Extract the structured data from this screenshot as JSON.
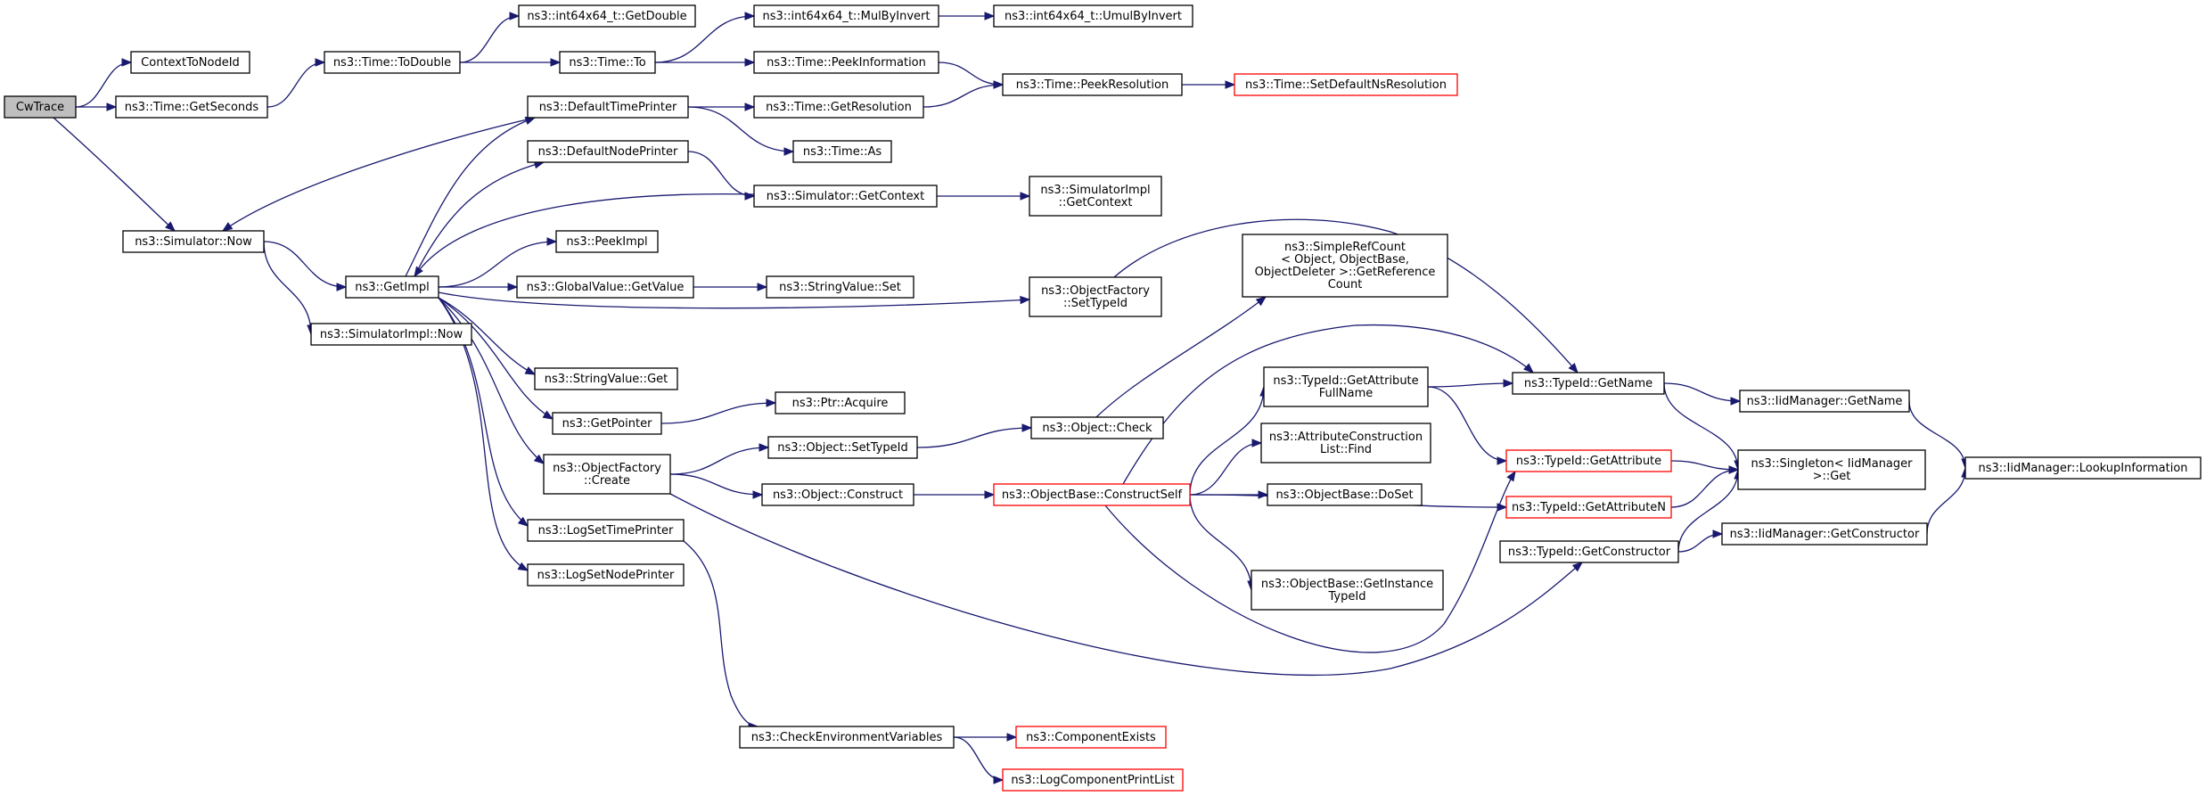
{
  "colors": {
    "edge": "#191970",
    "root_fill": "#bfbfbf",
    "incomplete_border": "#ff0000"
  },
  "nodes": {
    "cwtrace": {
      "lines": [
        "CwTrace"
      ]
    },
    "contexttonodeid": {
      "lines": [
        "ContextToNodeId"
      ]
    },
    "getseconds": {
      "lines": [
        "ns3::Time::GetSeconds"
      ]
    },
    "todouble": {
      "lines": [
        "ns3::Time::ToDouble"
      ]
    },
    "int64_getdouble": {
      "lines": [
        "ns3::int64x64_t::GetDouble"
      ]
    },
    "time_to": {
      "lines": [
        "ns3::Time::To"
      ]
    },
    "mulbyinvert": {
      "lines": [
        "ns3::int64x64_t::MulByInvert"
      ]
    },
    "umulbyinvert": {
      "lines": [
        "ns3::int64x64_t::UmulByInvert"
      ]
    },
    "peekinformation": {
      "lines": [
        "ns3::Time::PeekInformation"
      ]
    },
    "peekresolution": {
      "lines": [
        "ns3::Time::PeekResolution"
      ]
    },
    "setdefaultnsresolution": {
      "lines": [
        "ns3::Time::SetDefaultNsResolution"
      ]
    },
    "defaulttimeprinter": {
      "lines": [
        "ns3::DefaultTimePrinter"
      ]
    },
    "getresolution": {
      "lines": [
        "ns3::Time::GetResolution"
      ]
    },
    "time_as": {
      "lines": [
        "ns3::Time::As"
      ]
    },
    "defaultnodeprinter": {
      "lines": [
        "ns3::DefaultNodePrinter"
      ]
    },
    "sim_getcontext": {
      "lines": [
        "ns3::Simulator::GetContext"
      ]
    },
    "simimpl_getcontext": {
      "lines": [
        "ns3::SimulatorImpl",
        "::GetContext"
      ]
    },
    "sim_now": {
      "lines": [
        "ns3::Simulator::Now"
      ]
    },
    "peekimpl": {
      "lines": [
        "ns3::PeekImpl"
      ]
    },
    "getimpl": {
      "lines": [
        "ns3::GetImpl"
      ]
    },
    "globalvalue_getvalue": {
      "lines": [
        "ns3::GlobalValue::GetValue"
      ]
    },
    "stringvalue_set": {
      "lines": [
        "ns3::StringValue::Set"
      ]
    },
    "simimpl_now": {
      "lines": [
        "ns3::SimulatorImpl::Now"
      ]
    },
    "objfactory_settypeid": {
      "lines": [
        "ns3::ObjectFactory",
        "::SetTypeId"
      ]
    },
    "simplerefcount": {
      "lines": [
        "ns3::SimpleRefCount",
        "< Object, ObjectBase,",
        " ObjectDeleter >::GetReference",
        "Count"
      ]
    },
    "stringvalue_get": {
      "lines": [
        "ns3::StringValue::Get"
      ]
    },
    "typeid_getattributefullname": {
      "lines": [
        "ns3::TypeId::GetAttribute",
        "FullName"
      ]
    },
    "typeid_getname": {
      "lines": [
        "ns3::TypeId::GetName"
      ]
    },
    "iidmanager_getname": {
      "lines": [
        "ns3::IidManager::GetName"
      ]
    },
    "getpointer": {
      "lines": [
        "ns3::GetPointer"
      ]
    },
    "ptr_acquire": {
      "lines": [
        "ns3::Ptr::Acquire"
      ]
    },
    "object_check": {
      "lines": [
        "ns3::Object::Check"
      ]
    },
    "attrconstruction_find": {
      "lines": [
        "ns3::AttributeConstruction",
        "List::Find"
      ]
    },
    "object_settypeid": {
      "lines": [
        "ns3::Object::SetTypeId"
      ]
    },
    "objfactory_create": {
      "lines": [
        "ns3::ObjectFactory",
        "::Create"
      ]
    },
    "typeid_getattribute": {
      "lines": [
        "ns3::TypeId::GetAttribute"
      ]
    },
    "singleton_get": {
      "lines": [
        "ns3::Singleton< IidManager",
        " >::Get"
      ]
    },
    "iidmanager_lookupinformation": {
      "lines": [
        "ns3::IidManager::LookupInformation"
      ]
    },
    "object_construct": {
      "lines": [
        "ns3::Object::Construct"
      ]
    },
    "objectbase_constructself": {
      "lines": [
        "ns3::ObjectBase::ConstructSelf"
      ]
    },
    "objectbase_doset": {
      "lines": [
        "ns3::ObjectBase::DoSet"
      ]
    },
    "typeid_getattributen": {
      "lines": [
        "ns3::TypeId::GetAttributeN"
      ]
    },
    "logsettimeprinter": {
      "lines": [
        "ns3::LogSetTimePrinter"
      ]
    },
    "iidmanager_getconstructor": {
      "lines": [
        "ns3::IidManager::GetConstructor"
      ]
    },
    "typeid_getconstructor": {
      "lines": [
        "ns3::TypeId::GetConstructor"
      ]
    },
    "logsetnodeprinter": {
      "lines": [
        "ns3::LogSetNodePrinter"
      ]
    },
    "objectbase_getinstancetypeid": {
      "lines": [
        "ns3::ObjectBase::GetInstance",
        "TypeId"
      ]
    },
    "checkenvironmentvariables": {
      "lines": [
        "ns3::CheckEnvironmentVariables"
      ]
    },
    "componentexists": {
      "lines": [
        "ns3::ComponentExists"
      ]
    },
    "logcomponentprintlist": {
      "lines": [
        "ns3::LogComponentPrintList"
      ]
    }
  }
}
